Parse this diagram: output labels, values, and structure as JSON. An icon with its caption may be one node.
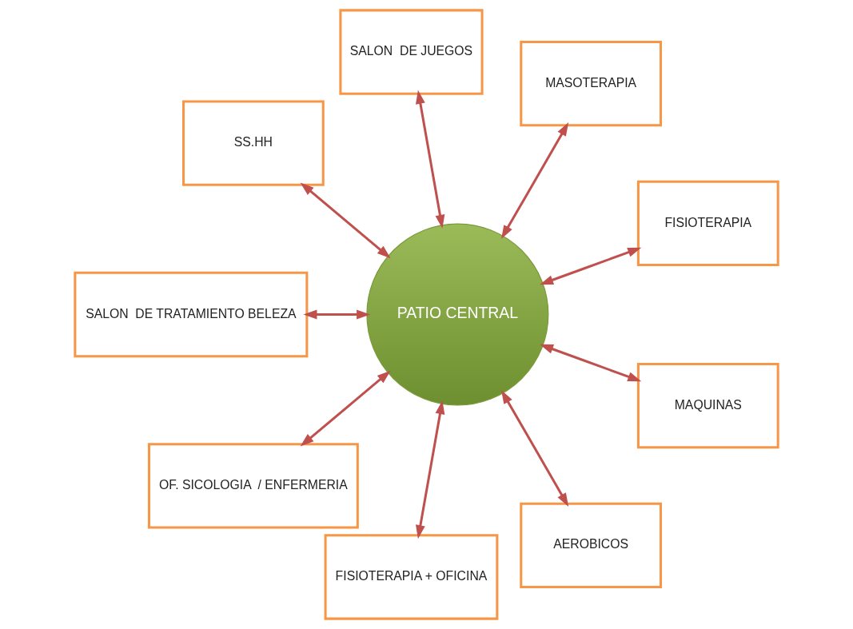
{
  "diagram": {
    "nodes": [
      {
        "text": [
          "PATIO CENTRAL"
        ]
      },
      {
        "text": [
          "FISIOTERAPIA"
        ]
      },
      {
        "text": [
          "MASOTERAPIA"
        ]
      },
      {
        "text": [
          "SALON  DE JUEGOS"
        ]
      },
      {
        "text": [
          "SS.HH"
        ]
      },
      {
        "text": [
          "SALON  DE TRATAMIENTO BELEZA"
        ]
      },
      {
        "text": [
          "OF. SICOLOGIA  / ENFERMERIA"
        ]
      },
      {
        "text": [
          "FISIOTERAPIA + OFICINA"
        ]
      },
      {
        "text": [
          "AEROBICOS"
        ]
      },
      {
        "text": [
          "MAQUINAS"
        ]
      }
    ],
    "edges": [
      {
        "from": 0,
        "to": 1,
        "arrow": "both"
      },
      {
        "from": 0,
        "to": 2,
        "arrow": "both"
      },
      {
        "from": 0,
        "to": 3,
        "arrow": "both"
      },
      {
        "from": 0,
        "to": 4,
        "arrow": "both"
      },
      {
        "from": 0,
        "to": 5,
        "arrow": "both"
      },
      {
        "from": 0,
        "to": 6,
        "arrow": "both"
      },
      {
        "from": 0,
        "to": 7,
        "arrow": "both"
      },
      {
        "from": 0,
        "to": 8,
        "arrow": "both"
      },
      {
        "from": 0,
        "to": 9,
        "arrow": "both"
      }
    ]
  }
}
